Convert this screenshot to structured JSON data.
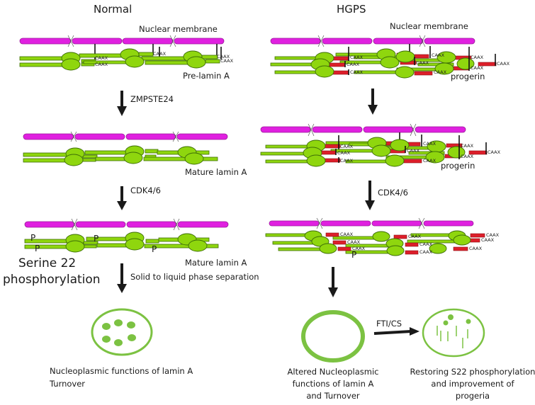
{
  "columns": {
    "normal": {
      "title": "Normal",
      "stage1": {
        "membrane_label": "Nuclear membrane",
        "lamin_label": "Pre-lamin A",
        "caax_labels": [
          "CAAX",
          "CAAX",
          "CAAX",
          "CAAX",
          "CAAX"
        ]
      },
      "arrow1_label": "ZMPSTE24",
      "stage2": {
        "lamin_label": "Mature lamin A"
      },
      "arrow2_label": "CDK4/6",
      "stage3": {
        "lamin_label": "Mature lamin A",
        "phospho_marks": [
          "P",
          "P",
          "P",
          "P"
        ],
        "side_label_line1": "Serine 22",
        "side_label_line2": "phosphorylation"
      },
      "arrow3_label": "Solid to liquid phase separation",
      "outcome": {
        "line1": "Nucleoplasmic functions of lamin A",
        "line2": "Turnover"
      }
    },
    "hgps": {
      "title": "HGPS",
      "stage1": {
        "membrane_label": "Nuclear membrane",
        "lamin_label": "progerin",
        "caax_labels": [
          "CAAX",
          "CAAX",
          "CAAX",
          "CAAX",
          "CAAX",
          "CAAX",
          "CAAX",
          "CAAX",
          "CAAX"
        ]
      },
      "stage2": {
        "lamin_label": "progerin",
        "caax_labels": [
          "CAAX",
          "CAAX",
          "CAAX",
          "CAAX",
          "CAAX",
          "CAAX",
          "CAAX",
          "CAAX",
          "CAAX"
        ]
      },
      "arrow2_label": "CDK4/6",
      "stage3": {
        "phospho_marks": [
          "P"
        ],
        "caax_labels": [
          "CAAX",
          "CAAX",
          "CAAX",
          "CAAX",
          "CAAX",
          "CAAX",
          "CAAX",
          "CAAX",
          "CAAX"
        ]
      },
      "outcome": {
        "line1": "Altered Nucleoplasmic",
        "line2": "functions of lamin A",
        "line3": "and Turnover"
      },
      "treatment": {
        "arrow_label": "FTI/CS",
        "line1": "Restoring S22 phosphorylation",
        "line2": "and improvement of",
        "line3": "progeria"
      }
    }
  },
  "colors": {
    "membrane": "#e020e0",
    "lamin": "#8fd60e",
    "progerin_tail": "#dd1e2a",
    "nucleus_outline": "#7cc242"
  }
}
